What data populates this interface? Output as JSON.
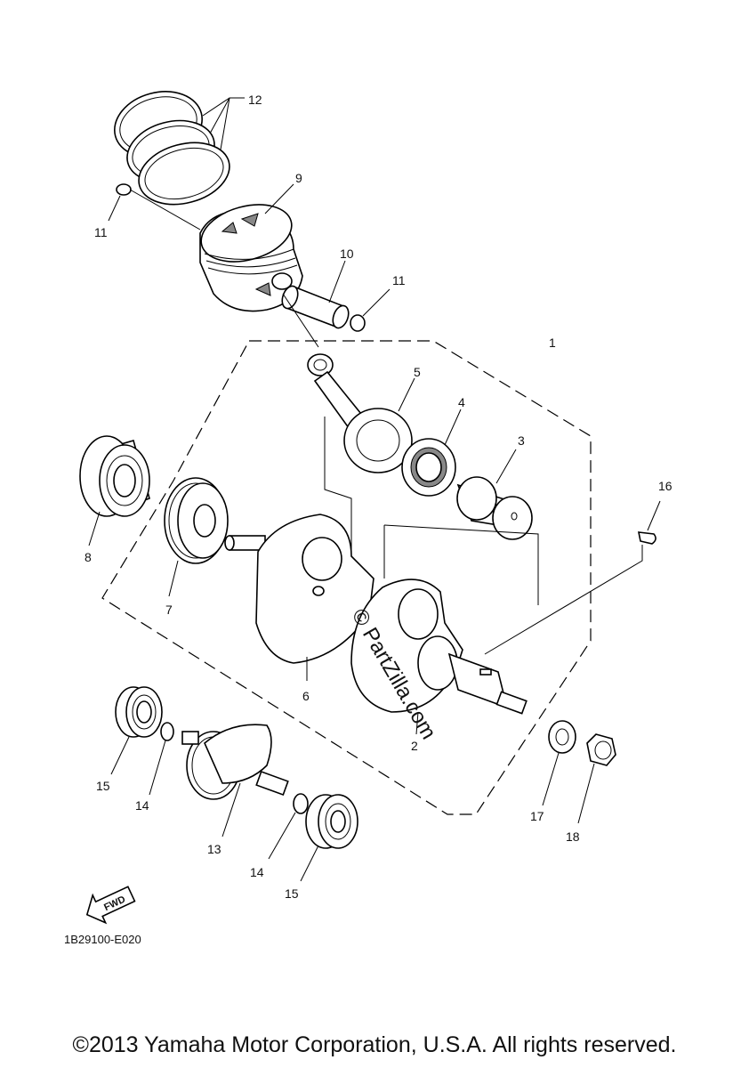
{
  "diagram": {
    "labels": [
      {
        "id": "l12",
        "text": "12"
      },
      {
        "id": "l9",
        "text": "9"
      },
      {
        "id": "l11a",
        "text": "11"
      },
      {
        "id": "l10",
        "text": "10"
      },
      {
        "id": "l11b",
        "text": "11"
      },
      {
        "id": "l1",
        "text": "1"
      },
      {
        "id": "l5",
        "text": "5"
      },
      {
        "id": "l4",
        "text": "4"
      },
      {
        "id": "l3",
        "text": "3"
      },
      {
        "id": "l16",
        "text": "16"
      },
      {
        "id": "l8",
        "text": "8"
      },
      {
        "id": "l7",
        "text": "7"
      },
      {
        "id": "l6",
        "text": "6"
      },
      {
        "id": "l2",
        "text": "2"
      },
      {
        "id": "l15a",
        "text": "15"
      },
      {
        "id": "l14a",
        "text": "14"
      },
      {
        "id": "l13",
        "text": "13"
      },
      {
        "id": "l14b",
        "text": "14"
      },
      {
        "id": "l15b",
        "text": "15"
      },
      {
        "id": "l17",
        "text": "17"
      },
      {
        "id": "l18",
        "text": "18"
      }
    ],
    "watermark": "© PartZilla.com",
    "fwd_label": "FWD",
    "diagram_code": "1B29100-E020"
  },
  "footer": {
    "copyright": "©2013 Yamaha Motor Corporation, U.S.A. All rights reserved."
  }
}
